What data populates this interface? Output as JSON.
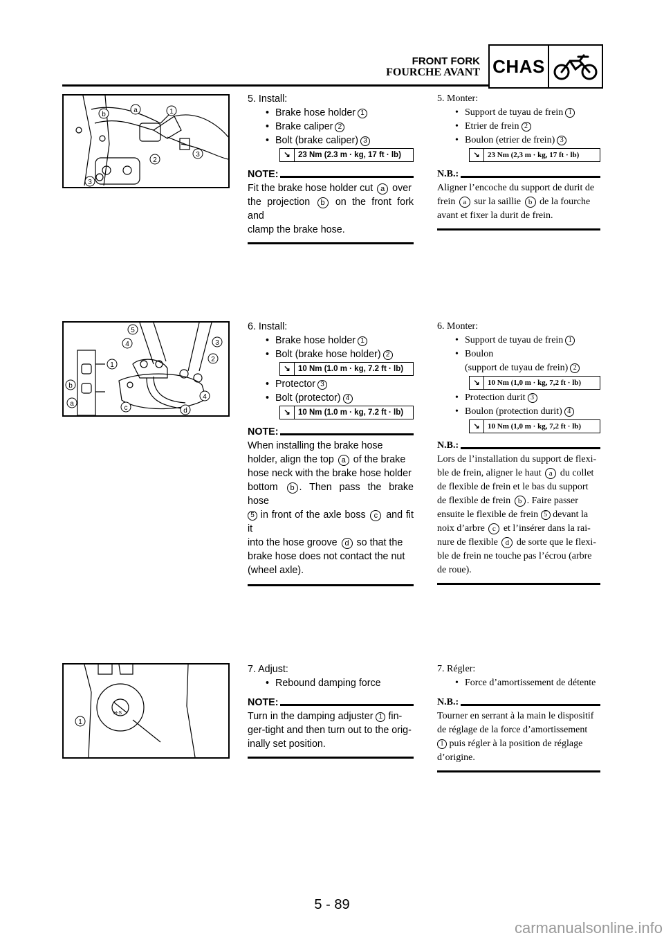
{
  "header": {
    "title_en": "FRONT FORK",
    "title_fr": "FOURCHE AVANT",
    "section_code": "CHAS"
  },
  "steps": [
    {
      "en": {
        "head": "5.  Install:",
        "items": [
          "Brake hose holder",
          "Brake caliper",
          "Bolt (brake caliper)"
        ],
        "item_nums": [
          "1",
          "2",
          "3"
        ],
        "torque": [
          "23 Nm (2.3 m · kg, 17 ft · lb)"
        ],
        "note_label": "NOTE:",
        "note": [
          "Fit the brake hose holder cut",
          "over",
          "the projection",
          "on the front fork and",
          "clamp the brake hose."
        ]
      },
      "fr": {
        "head": "5.  Monter:",
        "items": [
          "Support de tuyau de frein",
          "Etrier de frein",
          "Boulon (etrier de frein)"
        ],
        "torque": [
          "23 Nm (2,3 m · kg, 17 ft · lb)"
        ],
        "note_label": "N.B.:",
        "note": [
          "Aligner l’encoche du support de durit de",
          "frein",
          "sur la saillie",
          "de la fourche",
          "avant et fixer la durit de frein."
        ]
      },
      "figure_callouts": [
        "a",
        "b",
        "1",
        "2",
        "3"
      ]
    },
    {
      "en": {
        "head": "6.  Install:",
        "items": [
          "Brake hose holder",
          "Bolt (brake hose holder)",
          "Protector",
          "Bolt (protector)"
        ],
        "torque": [
          "10 Nm (1.0 m · kg, 7.2 ft · lb)",
          "10 Nm (1.0 m · kg, 7.2 ft · lb)"
        ],
        "note_label": "NOTE:",
        "note": [
          "When installing the brake hose",
          "holder, align the top",
          "of the brake",
          "hose neck with the brake hose holder",
          "bottom",
          ". Then pass the brake hose",
          "in front of the axle boss",
          "and fit it",
          "into the hose groove",
          "so that the",
          "brake hose does not contact the nut",
          "(wheel axle)."
        ]
      },
      "fr": {
        "head": "6.  Monter:",
        "items": [
          "Support de tuyau de frein",
          "Boulon",
          "(support de tuyau de frein)",
          "Protection durit",
          "Boulon (protection durit)"
        ],
        "torque": [
          "10 Nm (1,0 m · kg, 7,2 ft · lb)",
          "10 Nm (1,0 m · kg, 7,2 ft · lb)"
        ],
        "note_label": "N.B.:",
        "note": [
          "Lors de l’installation du support de flexi-",
          "ble de frein, aligner le haut",
          "du collet",
          "de flexible de frein et le bas du support",
          "de flexible de frein",
          ". Faire passer",
          "ensuite le flexible de frein",
          "devant la",
          "noix d’arbre",
          "et l’insérer dans la rai-",
          "nure de flexible",
          "de sorte que le flexi-",
          "ble de frein ne touche pas l’écrou (arbre",
          "de roue)."
        ]
      },
      "figure_callouts": [
        "5",
        "4",
        "3",
        "2",
        "1",
        "b",
        "a",
        "c",
        "d",
        "4"
      ]
    },
    {
      "en": {
        "head": "7.  Adjust:",
        "items": [
          "Rebound damping force"
        ],
        "note_label": "NOTE:",
        "note": [
          "Turn in the damping adjuster",
          "fin-",
          "ger-tight and then turn out to the orig-",
          "inally set position."
        ]
      },
      "fr": {
        "head": "7.  Régler:",
        "items": [
          "Force d’amortissement de détente"
        ],
        "note_label": "N.B.:",
        "note": [
          "Tourner en serrant à la main le dispositif",
          "de réglage de la force d’amortissement",
          "puis régler à la position de réglage",
          "d’origine."
        ]
      },
      "figure_callouts": [
        "1"
      ],
      "figure_text": "H-S"
    }
  ],
  "circled": {
    "a": "a",
    "b": "b",
    "c": "c",
    "d": "d",
    "n1": "1",
    "n2": "2",
    "n3": "3",
    "n4": "4",
    "n5": "5"
  },
  "footer": {
    "page": "5 - 89"
  },
  "watermark": "carmanualsonline.info"
}
